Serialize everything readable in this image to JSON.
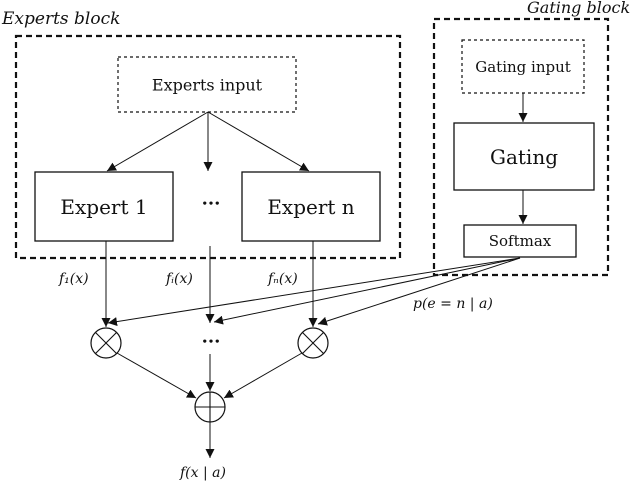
{
  "experts_block": {
    "title": "Experts block",
    "input_label": "Experts input",
    "expert_first": "Expert 1",
    "ellipsis": "...",
    "expert_last": "Expert n"
  },
  "gating_block": {
    "title": "Gating block",
    "input_label": "Gating input",
    "gating_label": "Gating",
    "softmax_label": "Softmax"
  },
  "signals": {
    "f1": "f₁(x)",
    "fi": "fᵢ(x)",
    "fn": "fₙ(x)",
    "gate_prob": "p(e = n | a)",
    "ellipsis": "...",
    "output": "f(x | a)"
  },
  "operators": {
    "multiply": "⊗",
    "sum": "⊕"
  }
}
